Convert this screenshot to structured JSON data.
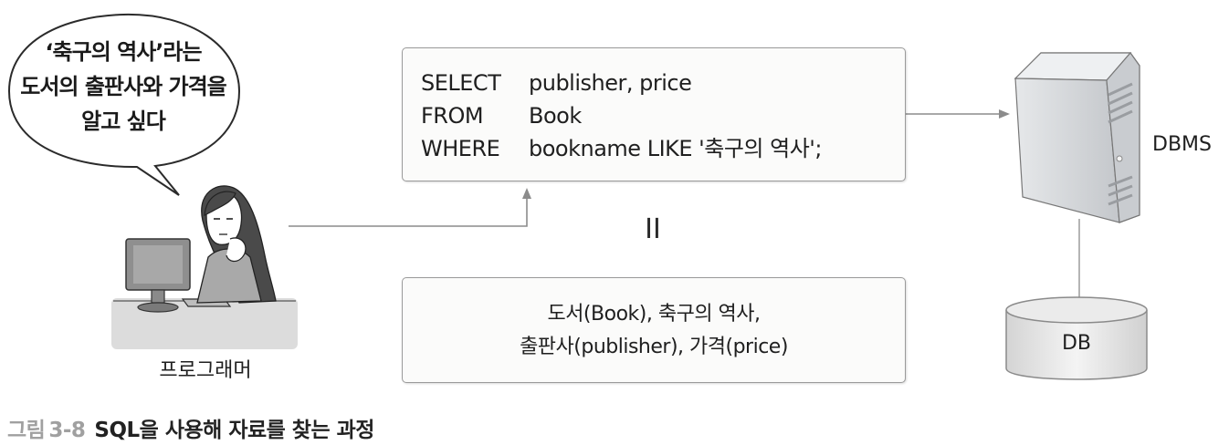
{
  "speech_bubble": {
    "lines": [
      "‘축구의 역사’라는",
      "도서의 출판사와 가격을",
      "알고 싶다"
    ]
  },
  "programmer": {
    "label": "프로그래머"
  },
  "sql_query": {
    "lines": [
      {
        "keyword": "SELECT",
        "clause": "publisher, price"
      },
      {
        "keyword": "FROM",
        "clause": "Book"
      },
      {
        "keyword": "WHERE",
        "clause": "bookname LIKE '축구의 역사';"
      }
    ]
  },
  "equals_symbol": "II",
  "meaning": {
    "lines": [
      "도서(Book), 축구의 역사,",
      "출판사(publisher), 가격(price)"
    ]
  },
  "dbms": {
    "label": "DBMS"
  },
  "db": {
    "label": "DB"
  },
  "caption": {
    "label": "그림",
    "number": "3-8",
    "text": "SQL을 사용해 자료를 찾는 과정"
  },
  "colors": {
    "box_border": "#9a9a9a",
    "box_fill": "#fbfbfa",
    "arrow": "#8c8c8c",
    "server_body": "#d7d9dc",
    "caption_accent": "#a0a0a0",
    "desk": "#dcdcdc"
  }
}
